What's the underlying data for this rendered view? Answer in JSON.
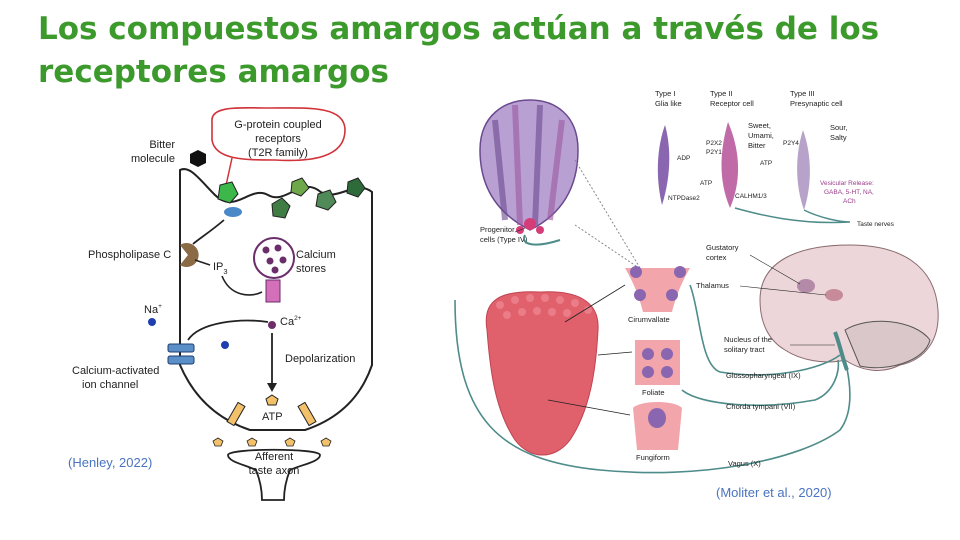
{
  "slide": {
    "title_line1": "Los compuestos amargos actúan a través de los",
    "title_line2": "receptores amargos",
    "citation_left": "(Henley, 2022)",
    "citation_right": "(Moliter et al., 2020)"
  },
  "left_diagram": {
    "bitter_molecule": "Bitter molecule",
    "gpcr_line1": "G-protein coupled",
    "gpcr_line2": "receptors",
    "gpcr_line3": "(T2R family)",
    "phospholipase": "Phospholipase C",
    "ip3": "IP",
    "ip3_sub": "3",
    "calcium_stores_1": "Calcium",
    "calcium_stores_2": "stores",
    "na": "Na",
    "na_sup": "+",
    "ca": "Ca",
    "ca_sup": "2+",
    "depolarization": "Depolarization",
    "channel_line1": "Calcium-activated",
    "channel_line2": "ion channel",
    "atp": "ATP",
    "axon_line1": "Afferent",
    "axon_line2": "taste axon",
    "colors": {
      "receptor_green": "#3f7d45",
      "calcium_purple": "#6b2e6b",
      "channel_blue": "#5b8fc7",
      "plc_brown": "#8a6b45"
    }
  },
  "right_diagram": {
    "type1_a": "Type I",
    "type1_b": "Glia like",
    "type2_a": "Type II",
    "type2_b": "Receptor cell",
    "type3_a": "Type III",
    "type3_b": "Presynaptic cell",
    "sweet": "Sweet,",
    "umami": "Umami,",
    "bitter": "Bitter",
    "sour": "Sour,",
    "salty": "Salty",
    "p2x2": "P2X2",
    "p2y1": "P2Y1",
    "p2y4": "P2Y4",
    "adp": "ADP",
    "atp_a": "ATP",
    "atp_b": "ATP",
    "ntpdase": "NTPDase2",
    "calhm": "CALHM1/3",
    "vesicular_1": "Vesicular Release:",
    "vesicular_2": "GABA, 5-HT, NA,",
    "vesicular_3": "ACh",
    "taste_nerves": "Taste nerves",
    "progenitor_1": "Progenitor",
    "progenitor_2": "cells (Type IV)",
    "gustatory_1": "Gustatory",
    "gustatory_2": "cortex",
    "thalamus": "Thalamus",
    "nucleus_1": "Nucleus of the",
    "nucleus_2": "solitary tract",
    "circumvallate": "Cirumvallate",
    "foliate": "Foliate",
    "fungiform": "Fungiform",
    "glosso": "Glossopharyngeal (IX)",
    "chorda": "Chorda tympani (VII)",
    "vagus": "Vagus (X)",
    "colors": {
      "tongue": "#e0606c",
      "brain": "#ecd6d9",
      "nerve": "#4e8c8a",
      "bud_purple": "#8a66b0"
    }
  }
}
